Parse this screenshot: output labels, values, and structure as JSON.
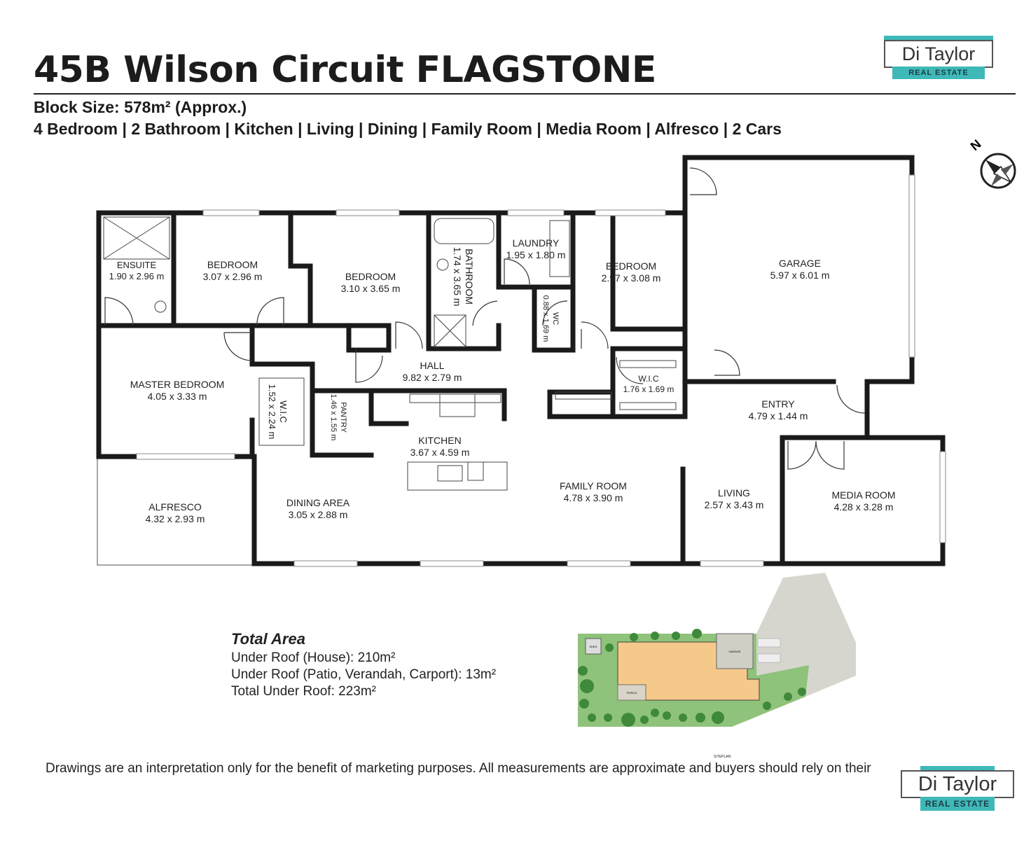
{
  "header": {
    "title": "45B Wilson Circuit FLAGSTONE",
    "block_size": "Block Size: 578m² (Approx.)",
    "features": "4 Bedroom | 2 Bathroom | Kitchen | Living | Dining | Family Room | Media Room | Alfresco | 2 Cars"
  },
  "logo": {
    "name": "Di Taylor",
    "tagline": "REAL ESTATE"
  },
  "colors": {
    "wall": "#1a1a1a",
    "accent": "#3fb8b8",
    "house_fill": "#f5c98a",
    "lawn": "#8fc27a",
    "tree": "#3f8a3a",
    "road": "#d6d6ce"
  },
  "rooms": [
    {
      "name": "ENSUITE",
      "size": "1.90 x 2.96 m"
    },
    {
      "name": "BEDROOM",
      "size": "3.07 x 2.96 m"
    },
    {
      "name": "BEDROOM",
      "size": "3.10 x 3.65 m"
    },
    {
      "name": "BATHROOM",
      "size": "1.74 x 3.65 m"
    },
    {
      "name": "LAUNDRY",
      "size": "1.95 x 1.80 m"
    },
    {
      "name": "WC",
      "size": "0.88 x 1.69 m"
    },
    {
      "name": "BEDROOM",
      "size": "2.97 x 3.08 m"
    },
    {
      "name": "GARAGE",
      "size": "5.97 x 6.01 m"
    },
    {
      "name": "MASTER BEDROOM",
      "size": "4.05 x 3.33 m"
    },
    {
      "name": "W.I.C",
      "size": "1.52 x 2.24 m"
    },
    {
      "name": "PANTRY",
      "size": "1.46 x 1.55 m"
    },
    {
      "name": "HALL",
      "size": "9.82 x 2.79 m"
    },
    {
      "name": "W.I.C",
      "size": "1.76 x 1.69 m"
    },
    {
      "name": "ENTRY",
      "size": "4.79 x 1.44 m"
    },
    {
      "name": "KITCHEN",
      "size": "3.67 x 4.59 m"
    },
    {
      "name": "ALFRESCO",
      "size": "4.32 x 2.93 m"
    },
    {
      "name": "DINING AREA",
      "size": "3.05 x 2.88 m"
    },
    {
      "name": "FAMILY ROOM",
      "size": "4.78 x 3.90 m"
    },
    {
      "name": "LIVING",
      "size": "2.57 x 3.43 m"
    },
    {
      "name": "MEDIA ROOM",
      "size": "4.28 x 3.28 m"
    }
  ],
  "total_area": {
    "heading": "Total Area",
    "lines": [
      "Under Roof (House): 210m²",
      "Under Roof (Patio, Verandah, Carport): 13m²",
      "Total Under Roof: 223m²"
    ]
  },
  "siteplan": {
    "label": "SITEPLAN",
    "garage": "GARAGE",
    "porch": "PORCH",
    "shed": "SHED"
  },
  "compass": {
    "north": "N"
  },
  "disclaimer": "Drawings are an interpretation only for the benefit of marketing purposes.  All measurements are approximate and buyers should rely on their"
}
